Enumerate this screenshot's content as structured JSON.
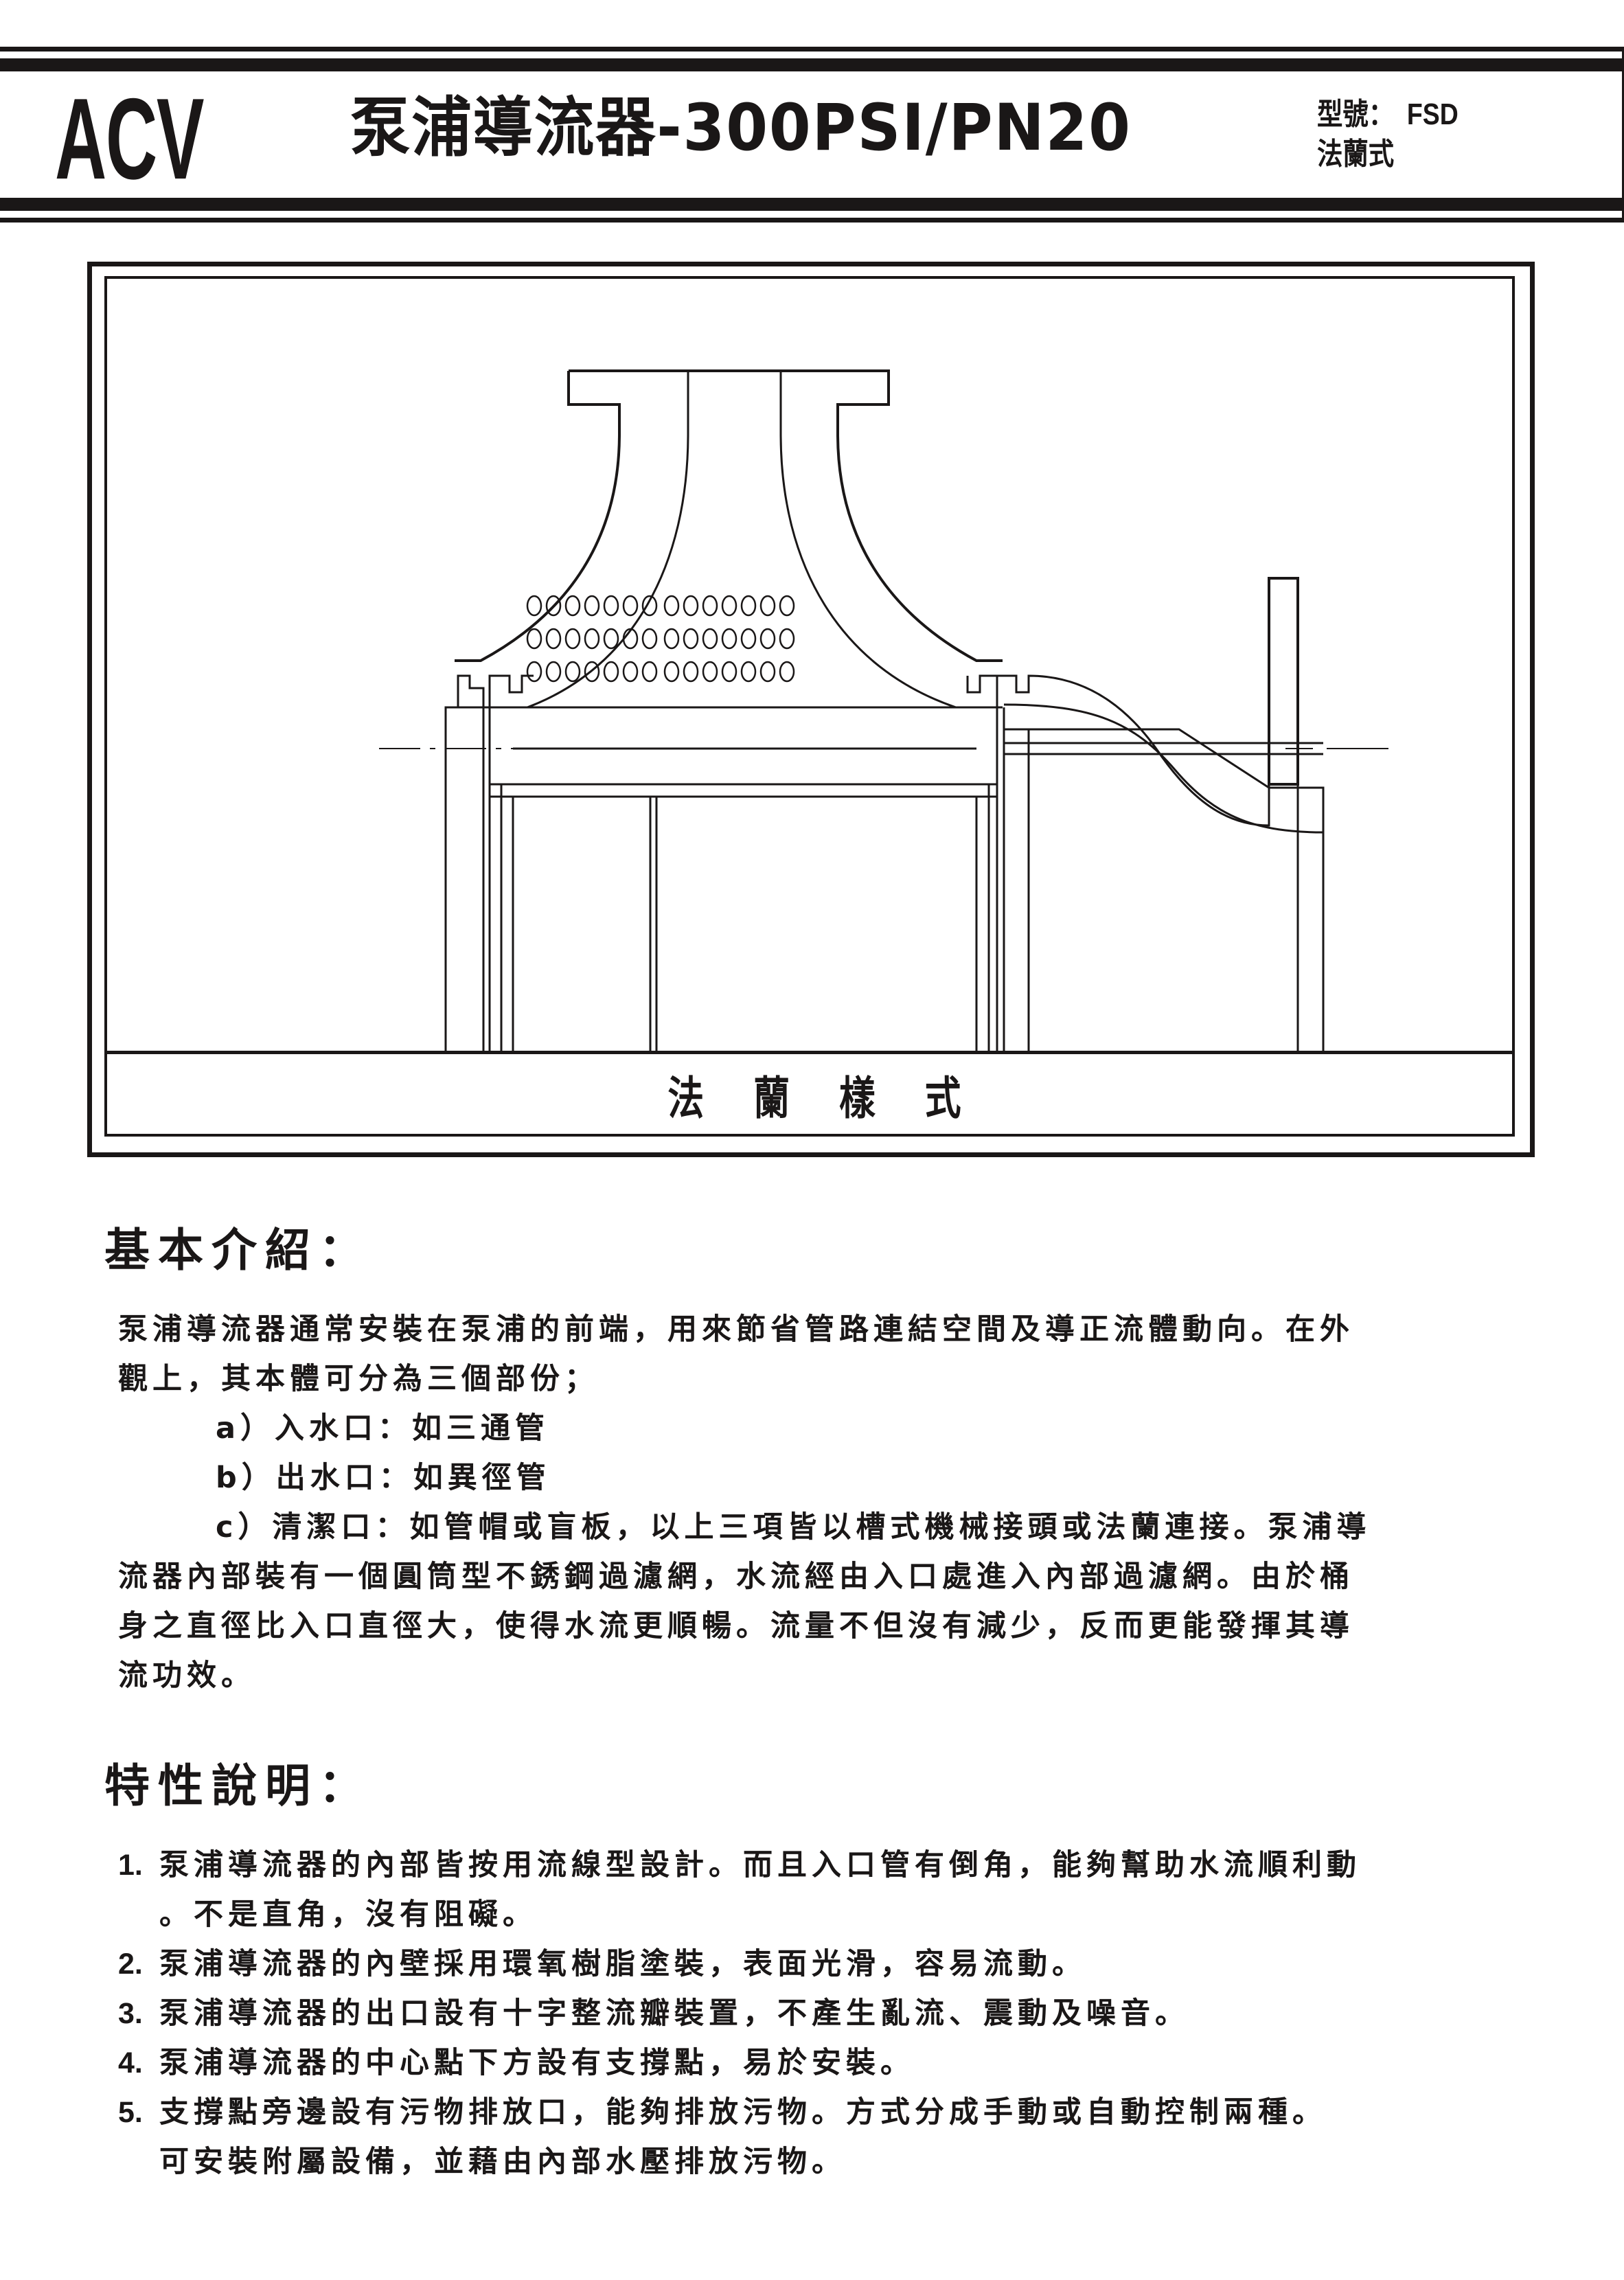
{
  "header": {
    "brand": "ACV",
    "title": "泵浦導流器-300PSI/PN20",
    "model_label": "型號：",
    "model_value": "FSD",
    "connection_type": "法蘭式"
  },
  "figure": {
    "caption": "法蘭樣式",
    "description": "Flanged pump suction diffuser cross-section drawing: top inlet flange (tee), cylindrical perforated stainless strainer basket, reducer outlet with straightening vane, bottom support and drain plugs"
  },
  "intro": {
    "heading": "基本介紹：",
    "lines": [
      "泵浦導流器通常安裝在泵浦的前端，用來節省管路連結空間及導正流體動向。在外",
      "觀上，其本體可分為三個部份；"
    ],
    "parts": [
      {
        "label": "a）",
        "text": "入水口：如三通管"
      },
      {
        "label": "b）",
        "text": "出水口：如異徑管"
      },
      {
        "label": "c）",
        "text": "清潔口：如管帽或盲板，以上三項皆以槽式機械接頭或法蘭連接。泵浦導"
      }
    ],
    "continuation": [
      "流器內部裝有一個圓筒型不銹鋼過濾網，水流經由入口處進入內部過濾網。由於桶",
      "身之直徑比入口直徑大，使得水流更順暢。流量不但沒有減少，反而更能發揮其導",
      "流功效。"
    ]
  },
  "features": {
    "heading": "特性說明：",
    "items": [
      {
        "num": "1.",
        "lines": [
          "泵浦導流器的內部皆按用流線型設計。而且入口管有倒角，能夠幫助水流順利動",
          "。不是直角，沒有阻礙。"
        ]
      },
      {
        "num": "2.",
        "lines": [
          "泵浦導流器的內壁採用環氧樹脂塗裝，表面光滑，容易流動。"
        ]
      },
      {
        "num": "3.",
        "lines": [
          "泵浦導流器的出口設有十字整流瓣裝置，不產生亂流、震動及噪音。"
        ]
      },
      {
        "num": "4.",
        "lines": [
          "泵浦導流器的中心點下方設有支撐點，易於安裝。"
        ]
      },
      {
        "num": "5.",
        "lines": [
          "支撐點旁邊設有污物排放口，能夠排放污物。方式分成手動或自動控制兩種。",
          "可安裝附屬設備，並藉由內部水壓排放污物。"
        ]
      }
    ]
  },
  "colors": {
    "ink": "#1a1717",
    "paper": "#ffffff"
  }
}
